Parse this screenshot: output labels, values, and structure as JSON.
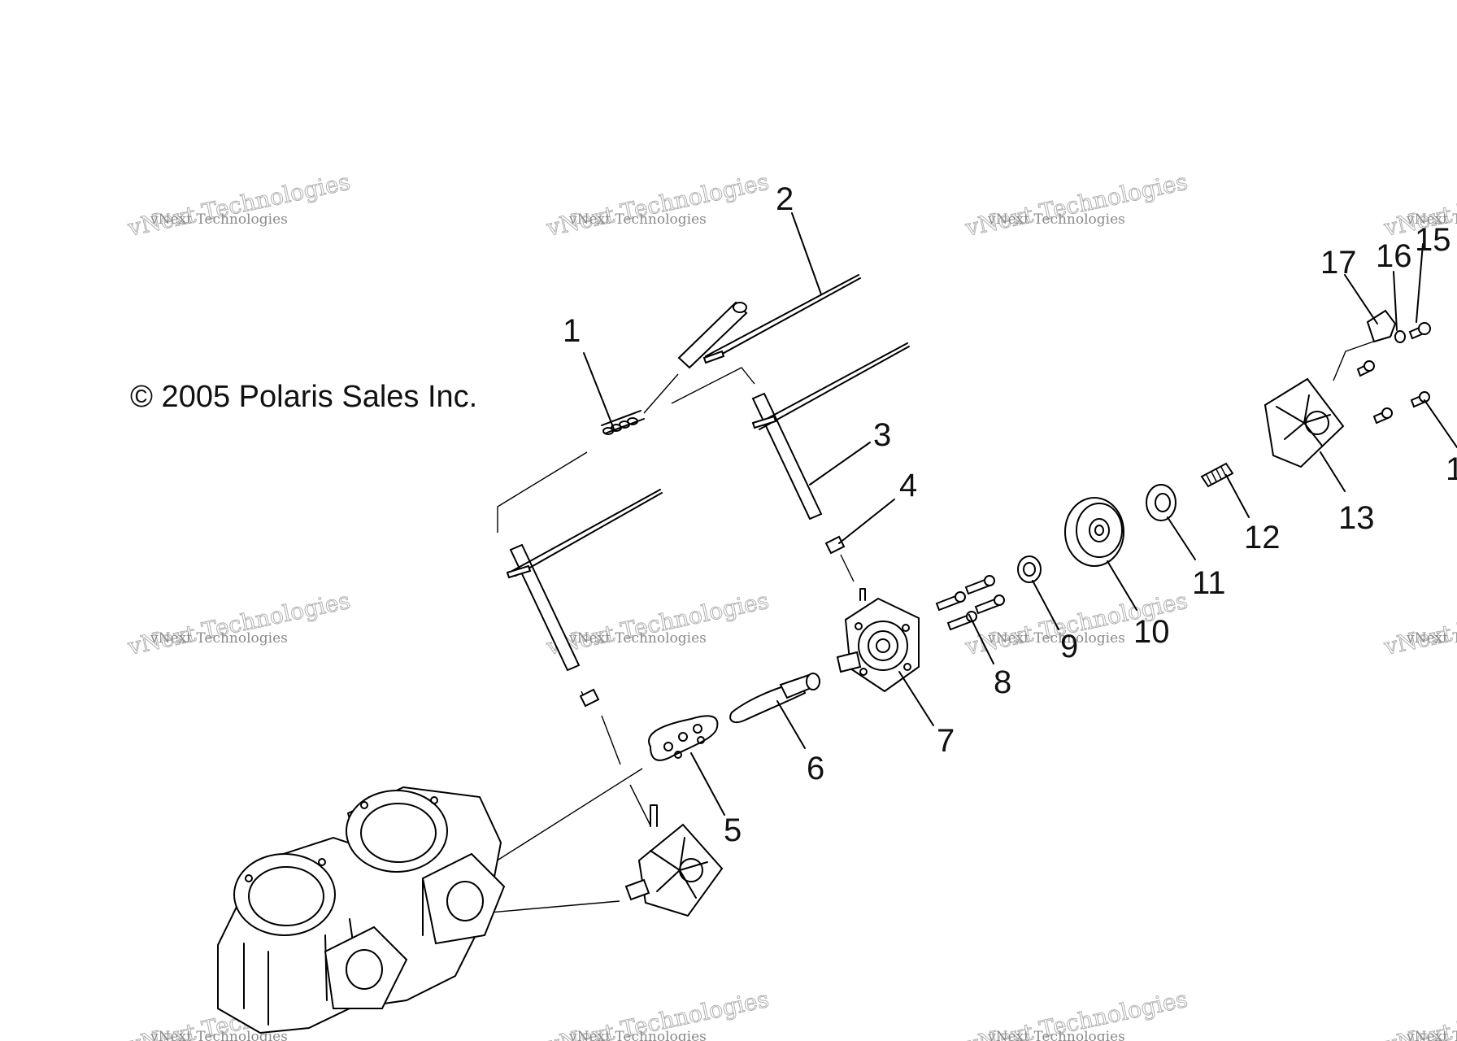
{
  "copyright": "© 2005 Polaris Sales Inc.",
  "watermark": {
    "line1": "vNext Technologies",
    "line2": "vNext Technologies"
  },
  "callouts": [
    "1",
    "2",
    "3",
    "4",
    "5",
    "6",
    "7",
    "8",
    "9",
    "10",
    "11",
    "12",
    "13",
    "15",
    "16",
    "17",
    "1"
  ]
}
